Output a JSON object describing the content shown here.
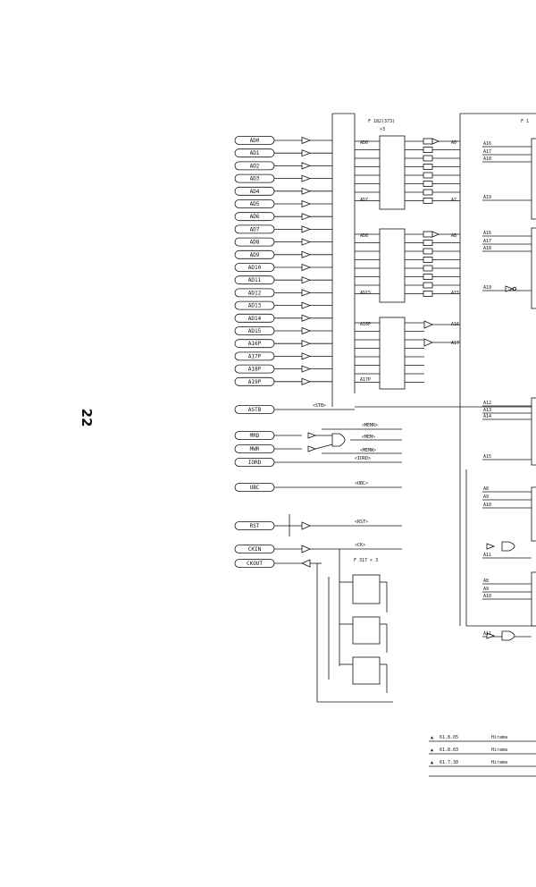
{
  "page_number": "22",
  "inputs": [
    "AD0",
    "AD1",
    "AD2",
    "AD3",
    "AD4",
    "AD5",
    "AD6",
    "AD7",
    "AD8",
    "AD9",
    "AD10",
    "AD11",
    "AD12",
    "AD13",
    "AD14",
    "AD15",
    "A16P",
    "A17P",
    "A18P",
    "A19P"
  ],
  "control_inputs": [
    "ASTB",
    "MRD",
    "MWR",
    "IORD",
    "UBC",
    "RST",
    "CKIN",
    "CKOUT"
  ],
  "bus_signals": [
    "<STB>",
    "<MEMR>",
    "<MEM>",
    "<MEMW>",
    "<IORD>",
    "<UBC>",
    "<RST>",
    "<CK>"
  ],
  "latch_title": "F 182(373)",
  "latch_count": "×3",
  "flipflop_title": "F 317 × 3",
  "left_pins_latch1": [
    "AD0",
    "AD7"
  ],
  "right_pins_latch1": [
    "A0",
    "A7"
  ],
  "left_pins_latch2": [
    "AD8",
    "AD15"
  ],
  "right_pins_latch2": [
    "A8",
    "A15"
  ],
  "left_pins_latch3": [
    "A16P",
    "A17P"
  ],
  "right_pins_latch3": [
    "A16",
    "A17"
  ],
  "right_block_title": "F 1",
  "right_signals": [
    "A16",
    "A17",
    "A18",
    "A19",
    "A16",
    "A17",
    "A18",
    "A19",
    "A12",
    "A13",
    "A14",
    "A15",
    "A8",
    "A9",
    "A10",
    "A11",
    "A8",
    "A9",
    "A10",
    "A11"
  ],
  "revisions": [
    {
      "mark": "▲",
      "date": "61.8.05",
      "sign": "Hirama"
    },
    {
      "mark": "▲",
      "date": "61.8.03",
      "sign": "Hirama"
    },
    {
      "mark": "▲",
      "date": "61.7.30",
      "sign": "Hirama"
    }
  ]
}
